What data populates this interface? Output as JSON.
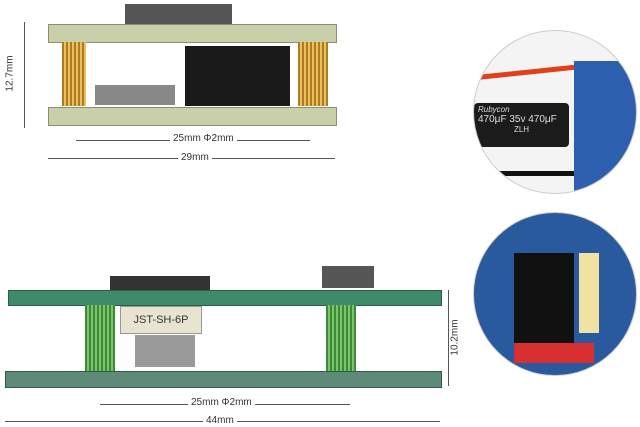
{
  "top_view": {
    "height_label": "12.7mm",
    "standoff_label": "25mm  Φ2mm",
    "width_label": "29mm"
  },
  "bottom_view": {
    "connector_label": "JST-SH-6P",
    "height_label": "10.2mm",
    "standoff_label": "25mm  Φ2mm",
    "width_label": "44mm"
  },
  "detail_capacitor": {
    "brand": "Rubycon",
    "marking": "470μF 35v 470μF",
    "series": "ZLH"
  }
}
